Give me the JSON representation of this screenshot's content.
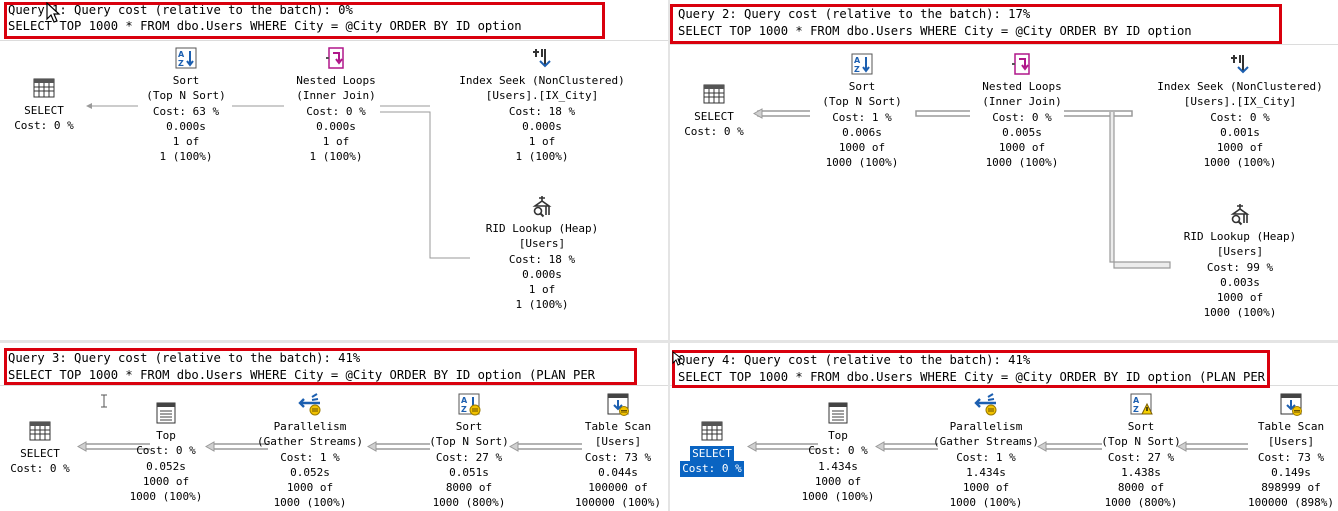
{
  "queries": [
    {
      "header": "Query 1: Query cost (relative to the batch): 0%",
      "sql": "SELECT TOP 1000 * FROM dbo.Users WHERE City = @City ORDER BY ID option",
      "nodes": [
        {
          "icon": "select-icon",
          "lines": [
            "SELECT",
            "Cost: 0 %"
          ]
        },
        {
          "icon": "sort-icon",
          "lines": [
            "Sort",
            "(Top N Sort)",
            "Cost: 63 %",
            "0.000s",
            "1 of",
            "1 (100%)"
          ]
        },
        {
          "icon": "nested-loops-icon",
          "lines": [
            "Nested Loops",
            "(Inner Join)",
            "Cost: 0 %",
            "0.000s",
            "1 of",
            "1 (100%)"
          ]
        },
        {
          "icon": "index-seek-icon",
          "lines": [
            "Index Seek (NonClustered)",
            "[Users].[IX_City]",
            "Cost: 18 %",
            "0.000s",
            "1 of",
            "1 (100%)"
          ]
        },
        {
          "icon": "rid-lookup-icon",
          "lines": [
            "RID Lookup (Heap)",
            "[Users]",
            "Cost: 18 %",
            "0.000s",
            "1 of",
            "1 (100%)"
          ]
        }
      ]
    },
    {
      "header": "Query 2: Query cost (relative to the batch): 17%",
      "sql": "SELECT TOP 1000 * FROM dbo.Users WHERE City = @City ORDER BY ID option",
      "nodes": [
        {
          "icon": "select-icon",
          "lines": [
            "SELECT",
            "Cost: 0 %"
          ]
        },
        {
          "icon": "sort-icon",
          "lines": [
            "Sort",
            "(Top N Sort)",
            "Cost: 1 %",
            "0.006s",
            "1000 of",
            "1000 (100%)"
          ]
        },
        {
          "icon": "nested-loops-icon",
          "lines": [
            "Nested Loops",
            "(Inner Join)",
            "Cost: 0 %",
            "0.005s",
            "1000 of",
            "1000 (100%)"
          ]
        },
        {
          "icon": "index-seek-icon",
          "lines": [
            "Index Seek (NonClustered)",
            "[Users].[IX_City]",
            "Cost: 0 %",
            "0.001s",
            "1000 of",
            "1000 (100%)"
          ]
        },
        {
          "icon": "rid-lookup-icon",
          "lines": [
            "RID Lookup (Heap)",
            "[Users]",
            "Cost: 99 %",
            "0.003s",
            "1000 of",
            "1000 (100%)"
          ]
        }
      ]
    },
    {
      "header": "Query 3: Query cost (relative to the batch): 41%",
      "sql": "SELECT TOP 1000 * FROM dbo.Users WHERE City = @City ORDER BY ID option (PLAN PER",
      "nodes": [
        {
          "icon": "select-icon",
          "lines": [
            "SELECT",
            "Cost: 0 %"
          ]
        },
        {
          "icon": "top-icon",
          "lines": [
            "Top",
            "Cost: 0 %",
            "0.052s",
            "1000 of",
            "1000 (100%)"
          ]
        },
        {
          "icon": "parallelism-icon",
          "lines": [
            "Parallelism",
            "(Gather Streams)",
            "Cost: 1 %",
            "0.052s",
            "1000 of",
            "1000 (100%)"
          ]
        },
        {
          "icon": "sort-parallel-icon",
          "lines": [
            "Sort",
            "(Top N Sort)",
            "Cost: 27 %",
            "0.051s",
            "8000 of",
            "1000 (800%)"
          ]
        },
        {
          "icon": "table-scan-icon",
          "lines": [
            "Table Scan",
            "[Users]",
            "Cost: 73 %",
            "0.044s",
            "100000 of",
            "100000 (100%)"
          ]
        }
      ]
    },
    {
      "header": "Query 4: Query cost (relative to the batch): 41%",
      "sql": "SELECT TOP 1000 * FROM dbo.Users WHERE City = @City ORDER BY ID option (PLAN PER",
      "nodes": [
        {
          "icon": "select-icon",
          "lines": [
            "SELECT",
            "Cost: 0 %"
          ],
          "selected": true
        },
        {
          "icon": "top-icon",
          "lines": [
            "Top",
            "Cost: 0 %",
            "1.434s",
            "1000 of",
            "1000 (100%)"
          ]
        },
        {
          "icon": "parallelism-icon",
          "lines": [
            "Parallelism",
            "(Gather Streams)",
            "Cost: 1 %",
            "1.434s",
            "1000 of",
            "1000 (100%)"
          ]
        },
        {
          "icon": "sort-warning-icon",
          "lines": [
            "Sort",
            "(Top N Sort)",
            "Cost: 27 %",
            "1.438s",
            "8000 of",
            "1000 (800%)"
          ]
        },
        {
          "icon": "table-scan-icon",
          "lines": [
            "Table Scan",
            "[Users]",
            "Cost: 73 %",
            "0.149s",
            "898999 of",
            "100000 (898%)"
          ]
        }
      ]
    }
  ],
  "colors": {
    "highlight_box": "#d9000d",
    "selection": "#0a64c2",
    "connector": "#9a9a9a"
  }
}
